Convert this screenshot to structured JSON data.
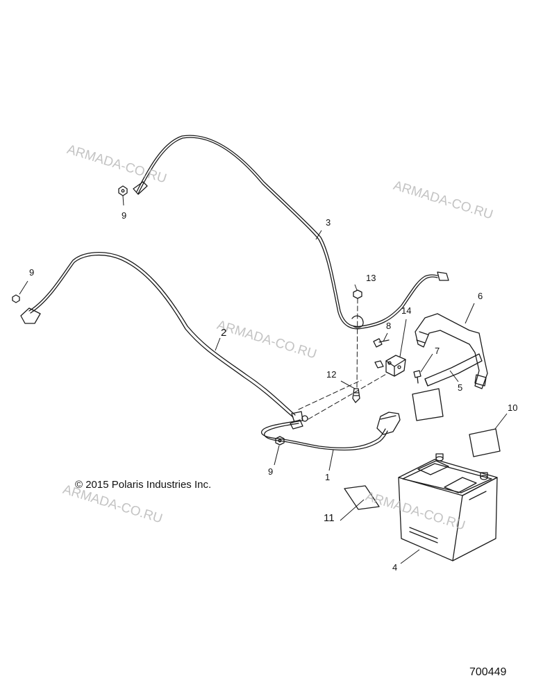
{
  "diagram": {
    "copyright": "© 2015 Polaris Industries Inc.",
    "figure_number": "700449",
    "watermark": "ARMADA-CO.RU",
    "callouts": {
      "c1": "1",
      "c2": "2",
      "c3": "3",
      "c4": "4",
      "c5": "5",
      "c6": "6",
      "c7": "7",
      "c8": "8",
      "c9a": "9",
      "c9b": "9",
      "c9c": "9",
      "c10": "10",
      "c11": "11",
      "c12": "12",
      "c13": "13",
      "c14": "14"
    }
  }
}
